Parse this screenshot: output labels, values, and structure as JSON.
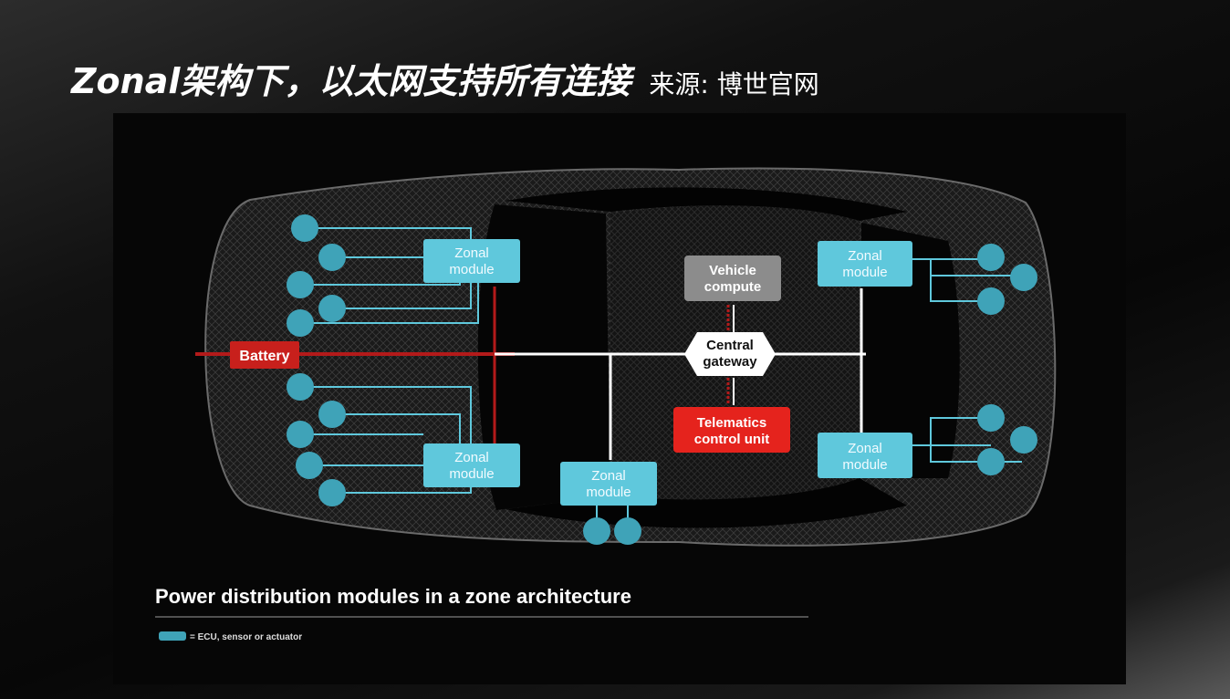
{
  "slide": {
    "title": "Zonal架构下，以太网支持所有连接",
    "source": "来源: 博世官网"
  },
  "diagram": {
    "caption": "Power distribution modules in a zone architecture",
    "legend_label": "= ECU, sensor or actuator",
    "zonal_module_label_line1": "Zonal",
    "zonal_module_label_line2": "module",
    "battery_label": "Battery",
    "vehicle_compute_line1": "Vehicle",
    "vehicle_compute_line2": "compute",
    "central_gateway_line1": "Central",
    "central_gateway_line2": "gateway",
    "telematics_line1": "Telematics",
    "telematics_line2": "control unit",
    "colors": {
      "zonal_module": "#5fc8dc",
      "ecu_node": "#3fa3b8",
      "battery": "#c8201c",
      "telematics": "#e5231d",
      "vehicle_compute": "#8c8c8c",
      "central_gateway": "#ffffff",
      "power_line": "#b31a1a"
    }
  }
}
